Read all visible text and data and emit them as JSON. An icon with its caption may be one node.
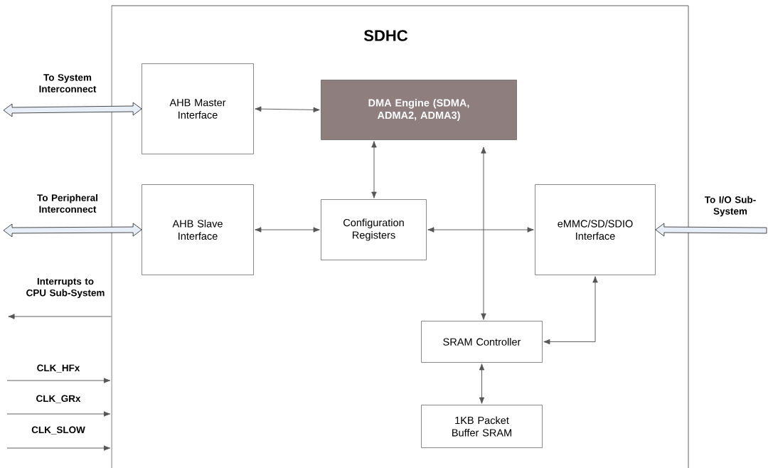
{
  "diagram": {
    "nodes": [
      {
        "text": [
          "SDHC"
        ]
      },
      {
        "text": [
          "AHB Master Interface"
        ],
        "in": 0
      },
      {
        "text": [
          "DMA Engine (SDMA, ADMA2, ADMA3)"
        ],
        "in": 0
      },
      {
        "text": [
          "AHB Slave Interface"
        ],
        "in": 0
      },
      {
        "text": [
          "Configuration Registers"
        ],
        "in": 0
      },
      {
        "text": [
          "eMMC/SD/SDIO Interface"
        ],
        "in": 0
      },
      {
        "text": [
          "SRAM Controller"
        ],
        "in": 0
      },
      {
        "text": [
          "1KB Packet Buffer SRAM"
        ],
        "in": 0
      }
    ],
    "edges": [
      {
        "from": null,
        "to": 1,
        "arrow": "both",
        "style": "thick",
        "label": "To System Interconnect"
      },
      {
        "from": null,
        "to": 3,
        "arrow": "both",
        "style": "thick",
        "label": "To Peripheral Interconnect"
      },
      {
        "from": null,
        "to": 5,
        "arrow": "to",
        "style": "thick",
        "label": "To I/O Sub-System"
      },
      {
        "from": 0,
        "to": null,
        "arrow": "to",
        "label": "Interrupts to CPU Sub-System"
      },
      {
        "from": null,
        "to": 0,
        "arrow": "to",
        "label": "CLK_HFx"
      },
      {
        "from": null,
        "to": 0,
        "arrow": "to",
        "label": "CLK_GRx"
      },
      {
        "from": null,
        "to": 0,
        "arrow": "to",
        "label": "CLK_SLOW"
      },
      {
        "from": 1,
        "to": 2,
        "arrow": "both"
      },
      {
        "from": 3,
        "to": 4,
        "arrow": "both"
      },
      {
        "from": 2,
        "to": 4,
        "arrow": "both"
      },
      {
        "from": 4,
        "to": 5,
        "arrow": "both"
      },
      {
        "from": 2,
        "to": 6,
        "arrow": "both"
      },
      {
        "from": 6,
        "to": 5,
        "arrow": "both"
      },
      {
        "from": 6,
        "to": 7,
        "arrow": "both"
      }
    ]
  }
}
